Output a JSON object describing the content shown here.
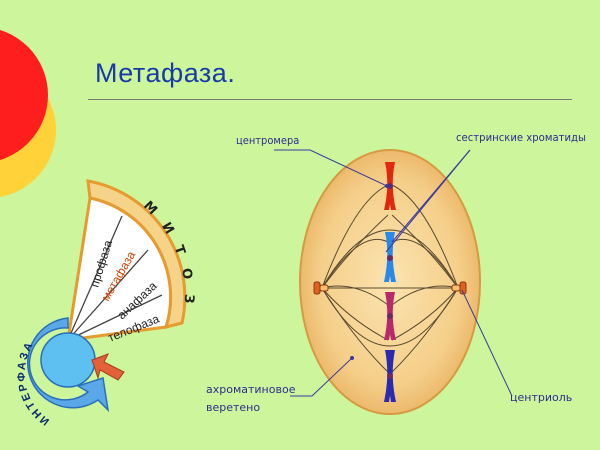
{
  "slide": {
    "title": "Метафаза."
  },
  "cycle_wheel": {
    "outer_label": "митоз",
    "phases": [
      "профаза",
      "метафаза",
      "анафаза",
      "телофаза"
    ],
    "arrow_label": "интерфаза",
    "highlight_phase": "метафаза"
  },
  "cell_diagram": {
    "labels": {
      "centromere": "центромера",
      "sister_chromatids": "сестринские хроматиды",
      "spindle_line1": "ахроматиновое",
      "spindle_line2": "веретено",
      "centriole": "центриоль"
    },
    "chromosome_colors": [
      "#e02810",
      "#2a88e8",
      "#b8286a",
      "#2a2ab0"
    ]
  },
  "colors": {
    "background": "#ccf59c",
    "title": "#1a3aa8",
    "label_text": "#2e2e8a",
    "cell_fill": "#f5cf8a",
    "wheel_border": "#f2a23a",
    "highlight": "#d24400"
  }
}
